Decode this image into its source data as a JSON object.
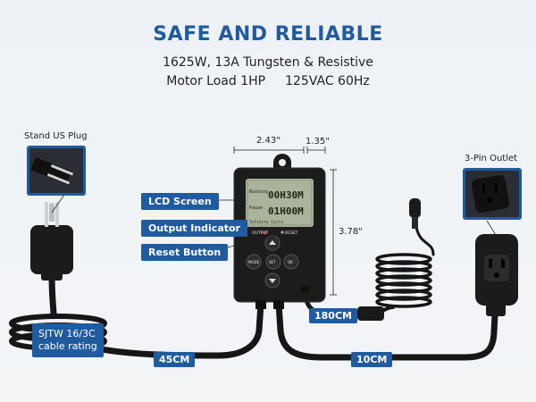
{
  "title": "SAFE AND RELIABLE",
  "specs": {
    "line1": "1625W, 13A Tungsten & Resistive",
    "line2a": "Motor Load 1HP",
    "line2b": "125VAC 60Hz"
  },
  "plug_caption": "Stand US Plug",
  "outlet_caption": "3-Pin Outlet",
  "callouts": {
    "lcd": "LCD Screen",
    "output": "Output Indicator",
    "reset": "Reset Button"
  },
  "dimensions": {
    "width": "2.43\"",
    "depth": "1.35\"",
    "height": "3.78\""
  },
  "lengths": {
    "sensor": "180CM",
    "input": "45CM",
    "output": "10CM"
  },
  "cable_rating": {
    "line1": "SJTW 16/3C",
    "line2": "cable rating"
  },
  "device": {
    "output_label": "OUTPUT",
    "reset_label": "RESET",
    "button_mode": "MODE",
    "button_set": "SET",
    "button_ok": "OK",
    "lcd_line1": "00H30M",
    "lcd_line2": "01H00M",
    "lcd_small1": "Running",
    "lcd_small2": "Pause",
    "lcd_footer": "Infinite Cycle"
  },
  "colors": {
    "brand": "#1f5b9e",
    "device": "#1c1c1c",
    "lcd": "#a9b49a"
  }
}
